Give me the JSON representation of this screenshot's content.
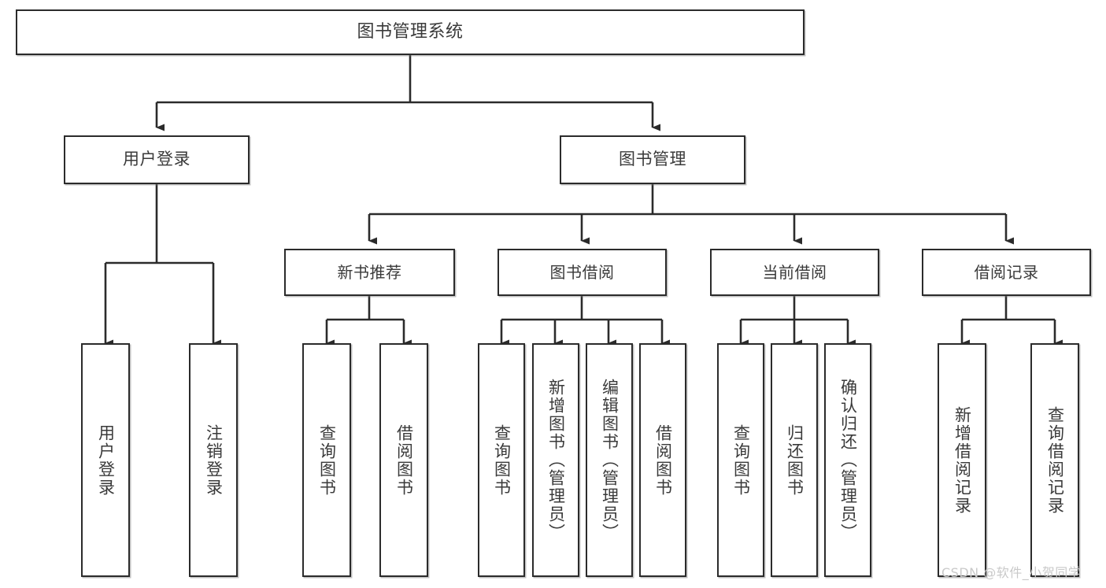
{
  "diagram": {
    "type": "hierarchy-tree",
    "title": "图书管理系统",
    "colors": {
      "border": "#2b2b2b",
      "fill": "#ffffff",
      "text": "#3a3a3a",
      "connector": "#2b2b2b",
      "watermark": "#c9c9c9"
    },
    "levels": {
      "root": {
        "label": "图书管理系统"
      },
      "level1": [
        {
          "id": "user-login",
          "label": "用户登录"
        },
        {
          "id": "book-management",
          "label": "图书管理"
        }
      ],
      "level2": [
        {
          "id": "new-book-recommend",
          "label": "新书推荐"
        },
        {
          "id": "book-borrow",
          "label": "图书借阅"
        },
        {
          "id": "current-borrow",
          "label": "当前借阅"
        },
        {
          "id": "borrow-record",
          "label": "借阅记录"
        }
      ],
      "leaves": [
        {
          "id": "leaf-user-login",
          "label": "用户登录",
          "parent": "user-login"
        },
        {
          "id": "leaf-logout-login",
          "label": "注销登录",
          "parent": "user-login"
        },
        {
          "id": "leaf-query-book-1",
          "label": "查询图书",
          "parent": "new-book-recommend"
        },
        {
          "id": "leaf-borrow-book-1",
          "label": "借阅图书",
          "parent": "new-book-recommend"
        },
        {
          "id": "leaf-query-book-2",
          "label": "查询图书",
          "parent": "book-borrow"
        },
        {
          "id": "leaf-add-book",
          "label": "新增图书（管理员）",
          "parent": "book-borrow"
        },
        {
          "id": "leaf-edit-book",
          "label": "编辑图书（管理员）",
          "parent": "book-borrow"
        },
        {
          "id": "leaf-borrow-book-2",
          "label": "借阅图书",
          "parent": "book-borrow"
        },
        {
          "id": "leaf-query-book-3",
          "label": "查询图书",
          "parent": "current-borrow"
        },
        {
          "id": "leaf-return-book",
          "label": "归还图书",
          "parent": "current-borrow"
        },
        {
          "id": "leaf-confirm-return",
          "label": "确认归还（管理员）",
          "parent": "current-borrow"
        },
        {
          "id": "leaf-add-record",
          "label": "新增借阅记录",
          "parent": "borrow-record"
        },
        {
          "id": "leaf-query-record",
          "label": "查询借阅记录",
          "parent": "borrow-record"
        }
      ]
    }
  },
  "watermark": {
    "text": "CSDN @软件_小贺同学"
  }
}
